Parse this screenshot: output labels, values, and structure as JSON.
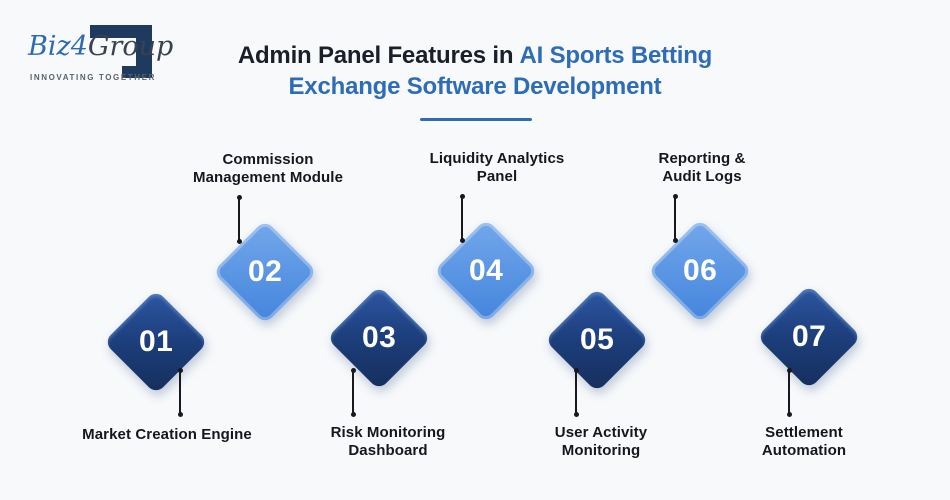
{
  "page": {
    "background": "#f7f9fb"
  },
  "logo": {
    "brand_biz": "Biz",
    "brand_4": "4",
    "brand_group": "Group",
    "tagline": "INNOVATING TOGETHER"
  },
  "title": {
    "prefix_dark": "Admin Panel Features in",
    "highlight_line1": "AI Sports Betting",
    "highlight_line2": "Exchange Software Development"
  },
  "features": [
    {
      "number": "01",
      "label_lines": [
        "Market Creation Engine"
      ],
      "variant": "dark"
    },
    {
      "number": "02",
      "label_lines": [
        "Commission",
        "Management Module"
      ],
      "variant": "light"
    },
    {
      "number": "03",
      "label_lines": [
        "Risk Monitoring",
        "Dashboard"
      ],
      "variant": "dark"
    },
    {
      "number": "04",
      "label_lines": [
        "Liquidity Analytics",
        "Panel"
      ],
      "variant": "light"
    },
    {
      "number": "05",
      "label_lines": [
        "User Activity",
        "Monitoring"
      ],
      "variant": "dark"
    },
    {
      "number": "06",
      "label_lines": [
        "Reporting &",
        "Audit Logs"
      ],
      "variant": "light"
    },
    {
      "number": "07",
      "label_lines": [
        "Settlement",
        "Automation"
      ],
      "variant": "dark"
    }
  ],
  "colors": {
    "background": "#f7f9fb",
    "title_dark": "#1a1f2a",
    "title_blue": "#2e6cb8",
    "diamond_dark": "#1d3f7d",
    "diamond_light": "#4b8de1",
    "connector": "#17191f",
    "label_text": "#14171d",
    "logo_mark": "#1e3a5f",
    "logo_blue": "#2c6ab2",
    "logo_gray": "#3a4150"
  }
}
